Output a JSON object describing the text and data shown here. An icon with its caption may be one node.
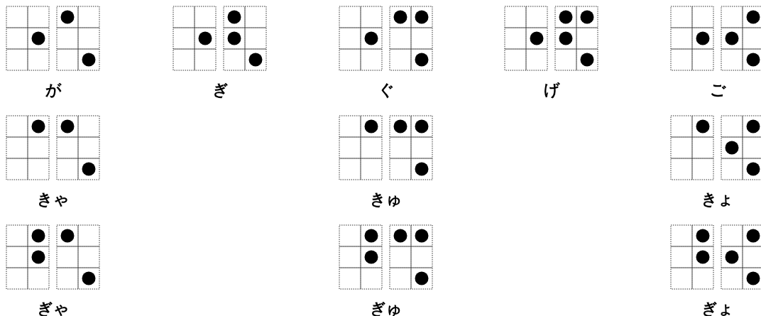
{
  "diagram": {
    "nodes": [
      {
        "text": [
          "が"
        ]
      },
      {
        "text": [
          "ぎ"
        ]
      },
      {
        "text": [
          "ぐ"
        ]
      },
      {
        "text": [
          "げ"
        ]
      },
      {
        "text": [
          "ご"
        ]
      },
      {
        "text": [
          "きゃ"
        ]
      },
      {
        "text": [
          "きゅ"
        ]
      },
      {
        "text": [
          "きょ"
        ]
      },
      {
        "text": [
          "ぎゃ"
        ]
      },
      {
        "text": [
          "ぎゅ"
        ]
      },
      {
        "text": [
          "ぎょ"
        ]
      }
    ]
  }
}
